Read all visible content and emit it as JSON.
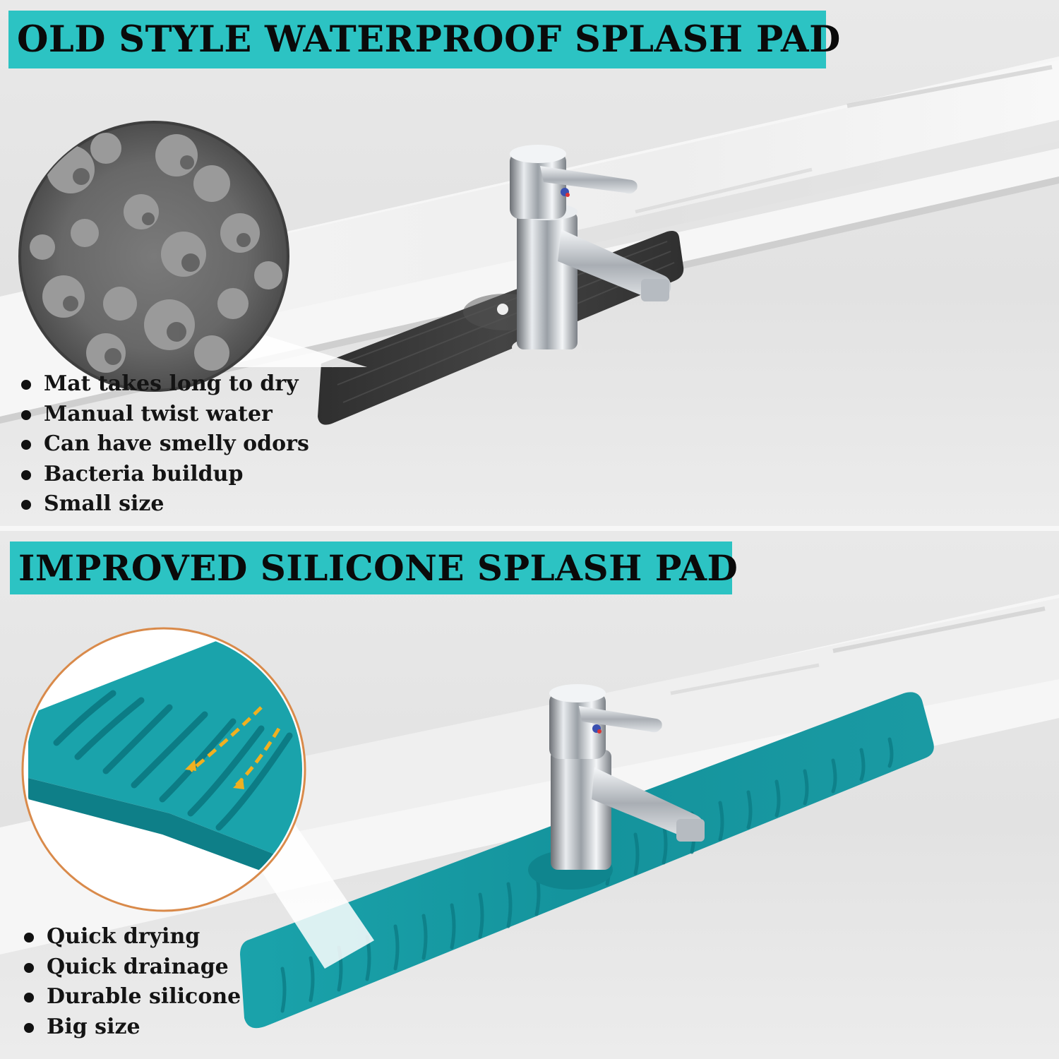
{
  "old_pad": {
    "title": "OLD STYLE WATERPROOF SPLASH PAD",
    "features": [
      "Mat takes long to dry",
      "Manual twist water",
      "Can have smelly odors",
      "Bacteria buildup",
      "Small size"
    ]
  },
  "new_pad": {
    "title": "IMPROVED SILICONE SPLASH PAD",
    "features": [
      "Quick drying",
      "Quick drainage",
      "Durable silicone",
      "Big size"
    ]
  },
  "colors": {
    "banner": "#2cc3c3",
    "old_mat": "#3a3a3a",
    "silicone_mat": "#1a9aa3",
    "zoom_ring": "#d98a4a",
    "flow_arrow": "#f0b020"
  }
}
